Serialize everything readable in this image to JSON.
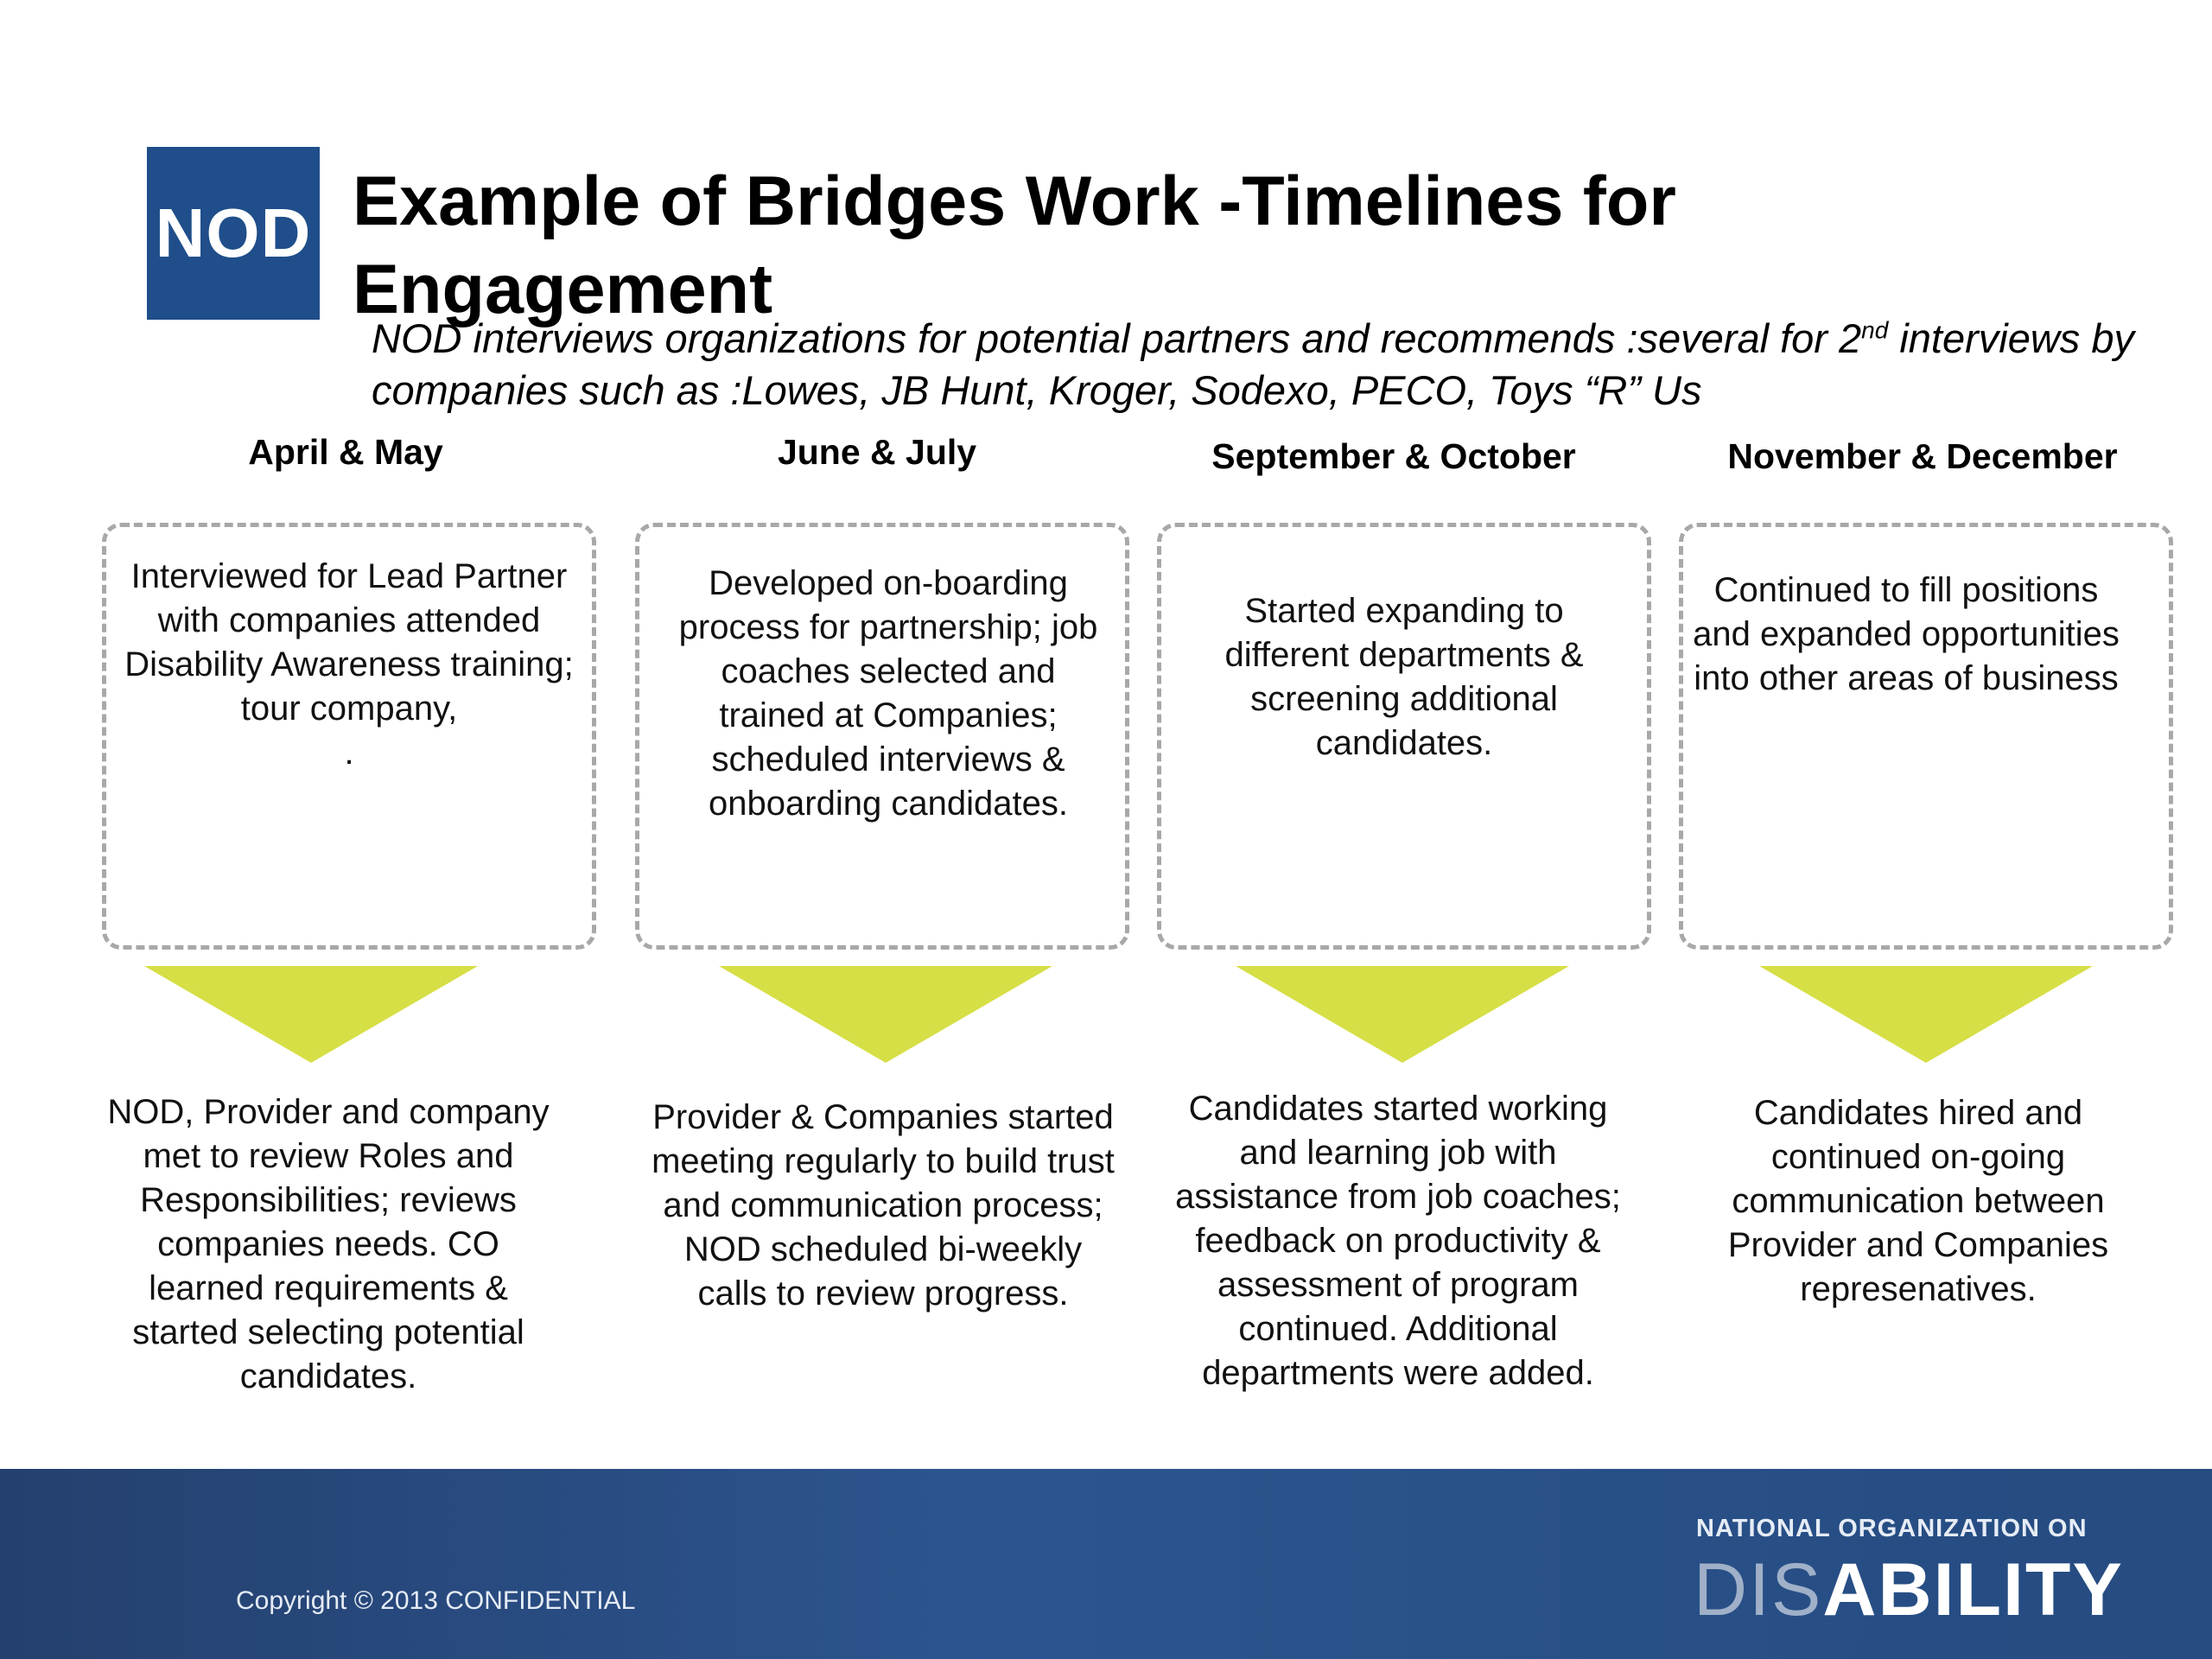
{
  "logo": {
    "text": "NOD"
  },
  "title": "Example of Bridges Work  -Timelines for Engagement",
  "subtitle": {
    "part1": "NOD interviews organizations for potential partners and recommends :several for 2",
    "sup": "nd",
    "part2": " interviews by companies such as :Lowes, JB Hunt, Kroger, Sodexo, PECO, Toys “R” Us"
  },
  "columns": [
    {
      "heading": "April & May",
      "box_text": "Interviewed for Lead Partner with companies attended Disability Awareness training; tour company,\n.",
      "below_text": "NOD, Provider and company met to review Roles and Responsibilities; reviews companies needs. CO learned requirements & started selecting potential candidates."
    },
    {
      "heading": "June & July",
      "box_text": "Developed on-boarding process for partnership; job coaches selected and trained at Companies; scheduled interviews & onboarding candidates.",
      "below_text": "Provider & Companies started meeting regularly to build trust and communication process; NOD scheduled bi-weekly calls to review progress."
    },
    {
      "heading": "September & October",
      "box_text": "Started expanding to different departments  & screening additional candidates.",
      "below_text": "Candidates started working and learning job with assistance from job coaches;  feedback on productivity & assessment of program continued.  Additional departments were added."
    },
    {
      "heading": "November & December",
      "box_text": "Continued to fill positions and expanded opportunities into other areas of business",
      "below_text": "Candidates hired  and continued on-going communication between Provider and Companies represenatives."
    }
  ],
  "footer": {
    "copyright": "Copyright © 2013 CONFIDENTIAL",
    "org_top": "NATIONAL ORGANIZATION ON",
    "org_dis": "DIS",
    "org_ability": "ABILITY"
  },
  "colors": {
    "logo_bg": "#1f4e8a",
    "arrow": "#d6df45",
    "box_border": "#a8a8a8",
    "footer_bg": "#2c5590"
  }
}
